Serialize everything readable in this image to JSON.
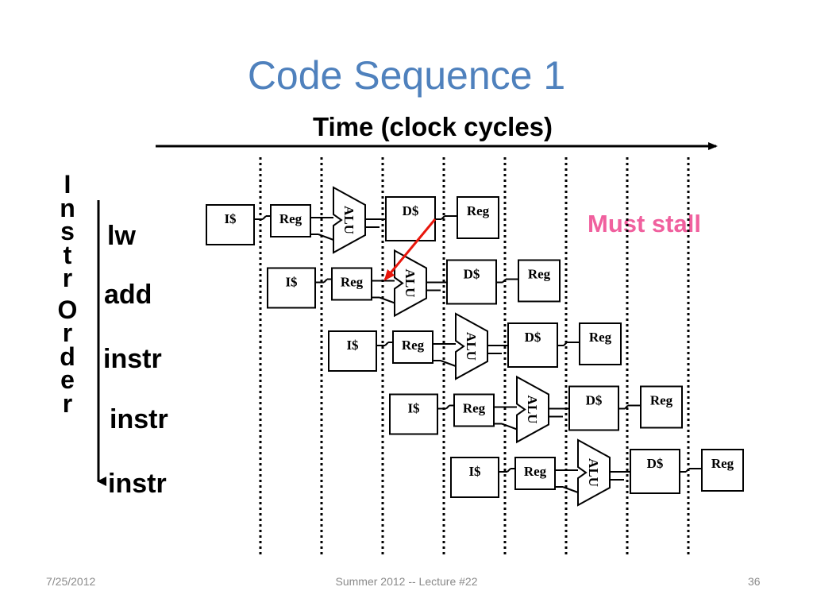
{
  "title": "Code Sequence 1",
  "time_axis_label": "Time (clock cycles)",
  "order_axis_label": [
    "I",
    "n",
    "s",
    "t",
    "r",
    "",
    "O",
    "r",
    "d",
    "e",
    "r"
  ],
  "instructions": [
    "lw",
    "add",
    "instr",
    "instr",
    "instr"
  ],
  "stages": {
    "ifetch": "I$",
    "reg": "Reg",
    "alu": "ALU",
    "dmem": "D$",
    "wb": "Reg"
  },
  "annotation": "Must stall",
  "footer": {
    "date": "7/25/2012",
    "course": "Summer 2012 -- Lecture #22",
    "page": "36"
  },
  "colors": {
    "title": "#4f81bd",
    "annotation": "#f0609e",
    "arrow": "#e8160c"
  }
}
